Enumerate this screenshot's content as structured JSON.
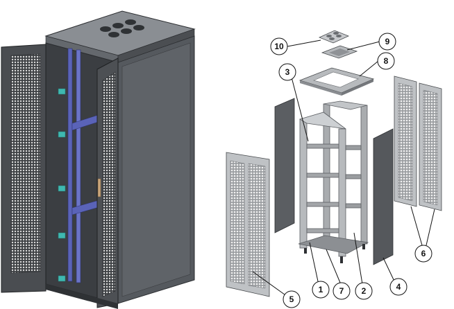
{
  "diagram": {
    "callouts": [
      {
        "id": "c1",
        "label": "1"
      },
      {
        "id": "c2",
        "label": "2"
      },
      {
        "id": "c3",
        "label": "3"
      },
      {
        "id": "c4",
        "label": "4"
      },
      {
        "id": "c5",
        "label": "5"
      },
      {
        "id": "c6",
        "label": "6"
      },
      {
        "id": "c7",
        "label": "7"
      },
      {
        "id": "c8",
        "label": "8"
      },
      {
        "id": "c9",
        "label": "9"
      },
      {
        "id": "c10",
        "label": "10"
      }
    ]
  },
  "colors": {
    "cabinet_dark": "#4a4d51",
    "cabinet_mid": "#5d6166",
    "cabinet_light": "#8a8e93",
    "rail_blue": "#5a63b8",
    "clip_teal": "#3fb8b0",
    "exploded_part": "#b7babd",
    "exploded_dark": "#585b5f",
    "mesh_light": "#e8e8e8"
  }
}
